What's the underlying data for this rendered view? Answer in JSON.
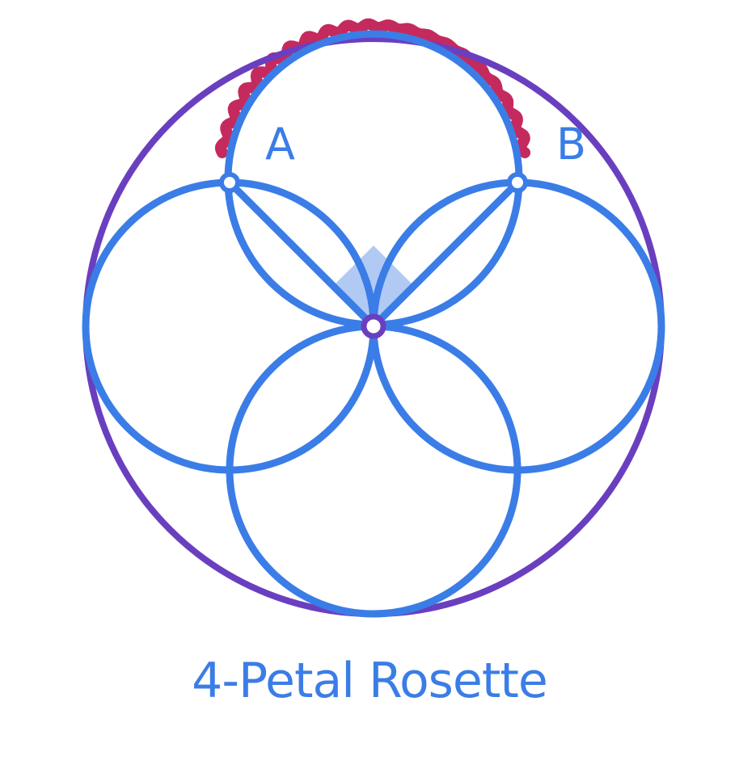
{
  "colors": {
    "outer_circle": "#6a3fbf",
    "petal_circles": "#3b7de6",
    "squiggle": "#c42a5e",
    "angle_fill": "#a9c4f3",
    "center_point": "#6a3fbf",
    "text": "#3b7de6"
  },
  "diagram": {
    "points": [
      {
        "label": "A"
      },
      {
        "label": "B"
      }
    ]
  },
  "caption": {
    "title": "4-Petal Rosette"
  }
}
